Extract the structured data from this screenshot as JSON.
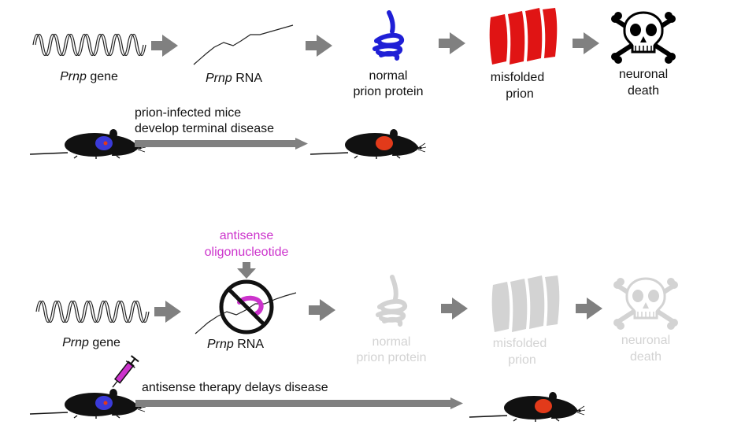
{
  "top_row": {
    "gene_label_italic": "Prnp",
    "gene_label_rest": " gene",
    "rna_label_italic": "Prnp",
    "rna_label_rest": " RNA",
    "protein_label_line1": "normal",
    "protein_label_line2": "prion protein",
    "misfolded_label_line1": "misfolded",
    "misfolded_label_line2": "prion",
    "death_label_line1": "neuronal",
    "death_label_line2": "death",
    "caption_line1": "prion-infected mice",
    "caption_line2": "develop terminal disease"
  },
  "bottom_row": {
    "aso_label_line1": "antisense",
    "aso_label_line2": "oligonucleotide",
    "gene_label_italic": "Prnp",
    "gene_label_rest": " gene",
    "rna_label_italic": "Prnp",
    "rna_label_rest": " RNA",
    "protein_label_line1": "normal",
    "protein_label_line2": "prion protein",
    "misfolded_label_line1": "misfolded",
    "misfolded_label_line2": "prion",
    "death_label_line1": "neuronal",
    "death_label_line2": "death",
    "caption": "antisense therapy delays disease"
  },
  "colors": {
    "arrow": "#808080",
    "protein": "#1f1fd6",
    "misfolded": "#e01414",
    "antisense": "#cc33cc",
    "faded": "#d3d3d3",
    "mouse": "#111111",
    "brain_blue": "#3a3ad8",
    "brain_red": "#e23a1a"
  },
  "icons": [
    "dna-helix-icon",
    "rna-strand-icon",
    "protein-coil-icon",
    "misfolded-prion-icon",
    "skull-crossbones-icon",
    "mouse-icon",
    "syringe-icon",
    "no-symbol-icon"
  ]
}
